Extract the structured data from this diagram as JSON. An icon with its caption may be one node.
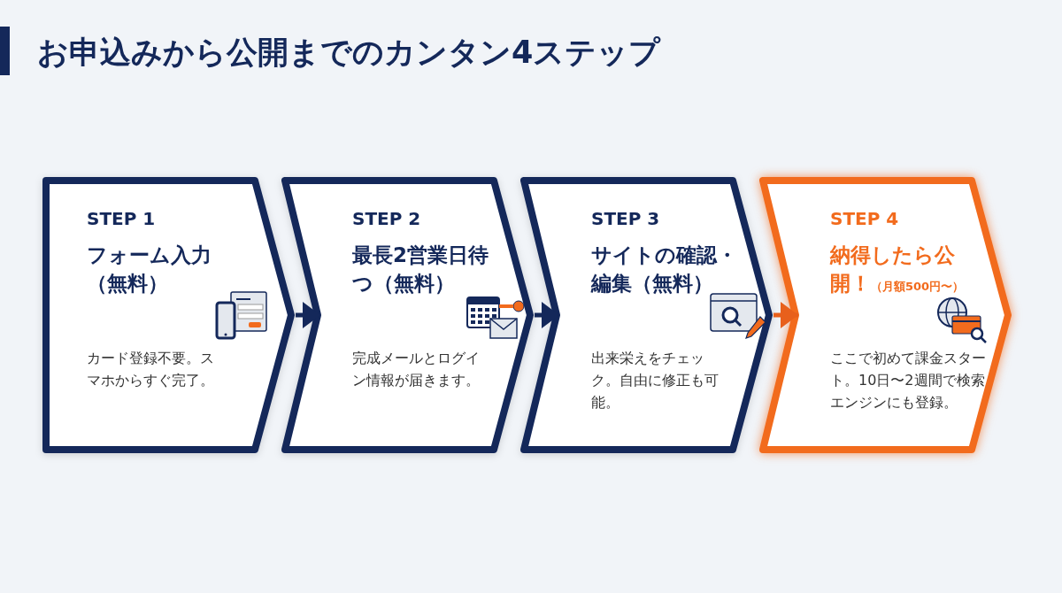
{
  "diagram": {
    "title": "お申込みから公開までのカンタン4ステップ",
    "nodes": [
      {
        "text": [
          "STEP 1",
          "フォーム入力（無料）",
          "カード登録不要。スマホからすぐ完了。"
        ]
      },
      {
        "text": [
          "STEP 2",
          "最長2営業日待つ（無料）",
          "完成メールとログイン情報が届きます。"
        ]
      },
      {
        "text": [
          "STEP 3",
          "サイトの確認・編集（無料）",
          "出来栄えをチェック。自由に修正も可能。"
        ]
      },
      {
        "text": [
          "STEP 4",
          "納得したら公開！",
          "（月額500円〜）",
          "ここで初めて課金スタート。10日〜2週間で検索エンジンにも登録。"
        ]
      }
    ],
    "edges": [
      {
        "from": 0,
        "to": 1,
        "arrow": "to"
      },
      {
        "from": 1,
        "to": 2,
        "arrow": "to"
      },
      {
        "from": 2,
        "to": 3,
        "arrow": "to",
        "color": "#e8601c"
      }
    ]
  }
}
